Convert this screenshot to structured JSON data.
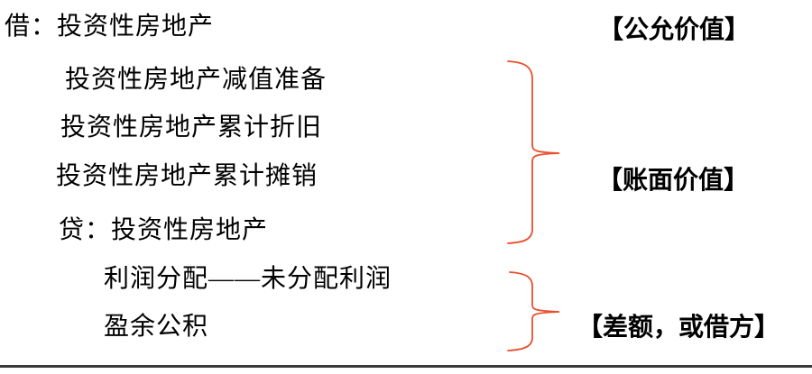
{
  "colors": {
    "brace": "#E8502D",
    "text": "#000000",
    "rule": "#3A3A3A"
  },
  "journal_entry": {
    "lines": [
      {
        "text": "借：投资性房地产"
      },
      {
        "text": "投资性房地产减值准备"
      },
      {
        "text": "投资性房地产累计折旧"
      },
      {
        "text": "投资性房地产累计摊销"
      },
      {
        "text": "贷：投资性房地产"
      },
      {
        "text": "利润分配——未分配利润"
      },
      {
        "text": "盈余公积"
      }
    ]
  },
  "annotations": {
    "fair_value": "【公允价值】",
    "book_value": "【账面价值】",
    "difference": "【差额，或借方】"
  }
}
